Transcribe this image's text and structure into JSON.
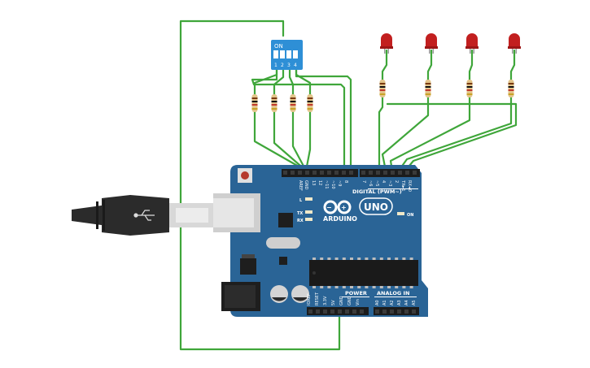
{
  "board": {
    "model_badge": "UNO",
    "brand": "ARDUINO",
    "digital_header": "DIGITAL (PWM~)",
    "power_header": "POWER",
    "analog_header": "ANALOG IN",
    "led_l": "L",
    "led_tx": "TX",
    "led_rx": "RX",
    "led_on": "ON",
    "digital_pins": [
      "AREF",
      "GND",
      "13",
      "12",
      "~11",
      "~10",
      "~9",
      "8",
      "7",
      "~6",
      "~5",
      "4",
      "~3",
      "2",
      "TX►1",
      "RX◄0"
    ],
    "power_pins": [
      "IOREF",
      "RESET",
      "3.3V",
      "5V",
      "GND",
      "GND",
      "Vin"
    ],
    "analog_pins": [
      "A0",
      "A1",
      "A2",
      "A3",
      "A4",
      "A5"
    ]
  },
  "dip_switch": {
    "on_label": "ON",
    "numbers": [
      "1",
      "2",
      "3",
      "4"
    ]
  },
  "colors": {
    "wire": "#3fa63a",
    "board": "#2a6496",
    "dip_body": "#2e8fd6",
    "led": "#c21f1f",
    "usb_cable": "#2b2b2b",
    "usb_connector": "#d8d8d8"
  }
}
